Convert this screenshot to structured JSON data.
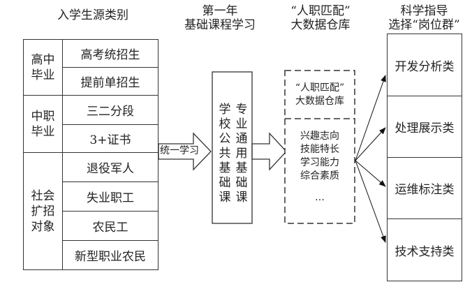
{
  "headers": {
    "sources": "入学生源类别",
    "year_one_line1": "第一年",
    "year_one_line2": "基础课程学习",
    "warehouse_line1": "“人职匹配”",
    "warehouse_line2": "大数据仓库",
    "guidance_line1": "科学指导",
    "guidance_line2": "选择“岗位群”"
  },
  "source_groups": [
    {
      "label_line1": "高中",
      "label_line2": "毕业",
      "label_line3": "",
      "items": [
        "高考统招生",
        "提前单招生"
      ]
    },
    {
      "label_line1": "中职",
      "label_line2": "毕业",
      "label_line3": "",
      "items": [
        "三二分段",
        "3+证书"
      ]
    },
    {
      "label_line1": "社会",
      "label_line2": "扩招",
      "label_line3": "对象",
      "items": [
        "退役军人",
        "失业职工",
        "农民工",
        "新型职业农民"
      ]
    }
  ],
  "unified_arrow_label": "统一学习",
  "courses": {
    "school_public": "学校公共基础课",
    "major_general": "专业通用基础课"
  },
  "warehouse": {
    "title_line1": "“人职匹配”",
    "title_line2": "大数据仓库",
    "factors": [
      "兴趣志向",
      "技能特长",
      "学习能力",
      "综合素质",
      "…"
    ]
  },
  "job_groups": [
    "开发分析类",
    "处理展示类",
    "运维标注类",
    "技术支持类"
  ]
}
